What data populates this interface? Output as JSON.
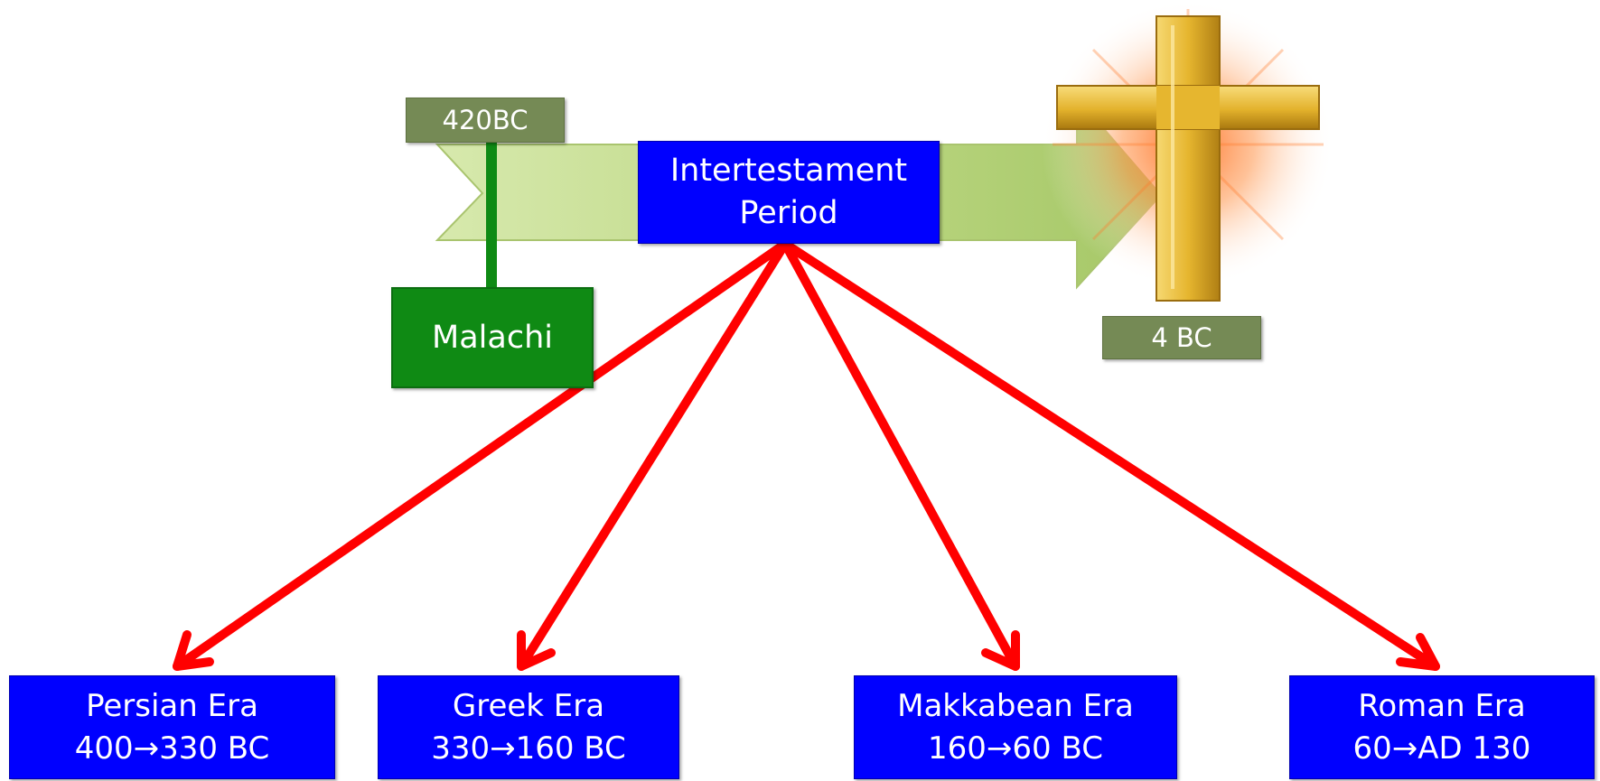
{
  "timeline": {
    "start_label": "420BC",
    "prophet_label": "Malachi",
    "end_label": "4 BC",
    "period_line1": "Intertestament",
    "period_line2": "Period"
  },
  "eras": [
    {
      "name": "Persian Era",
      "range": "400→330 BC"
    },
    {
      "name": "Greek Era",
      "range": "330→160 BC"
    },
    {
      "name": "Makkabean Era",
      "range": "160→60 BC"
    },
    {
      "name": "Roman Era",
      "range": "60→AD 130"
    }
  ],
  "colors": {
    "arrow_fill": "#b7d37c",
    "connector_red": "#ff0000",
    "box_blue": "#0000ff",
    "marker_olive": "#758a55",
    "prophet_green": "#0f8a14",
    "cross_gold": "#e9b93a"
  },
  "icons": [
    "timeline-arrow-icon",
    "cross-icon"
  ]
}
